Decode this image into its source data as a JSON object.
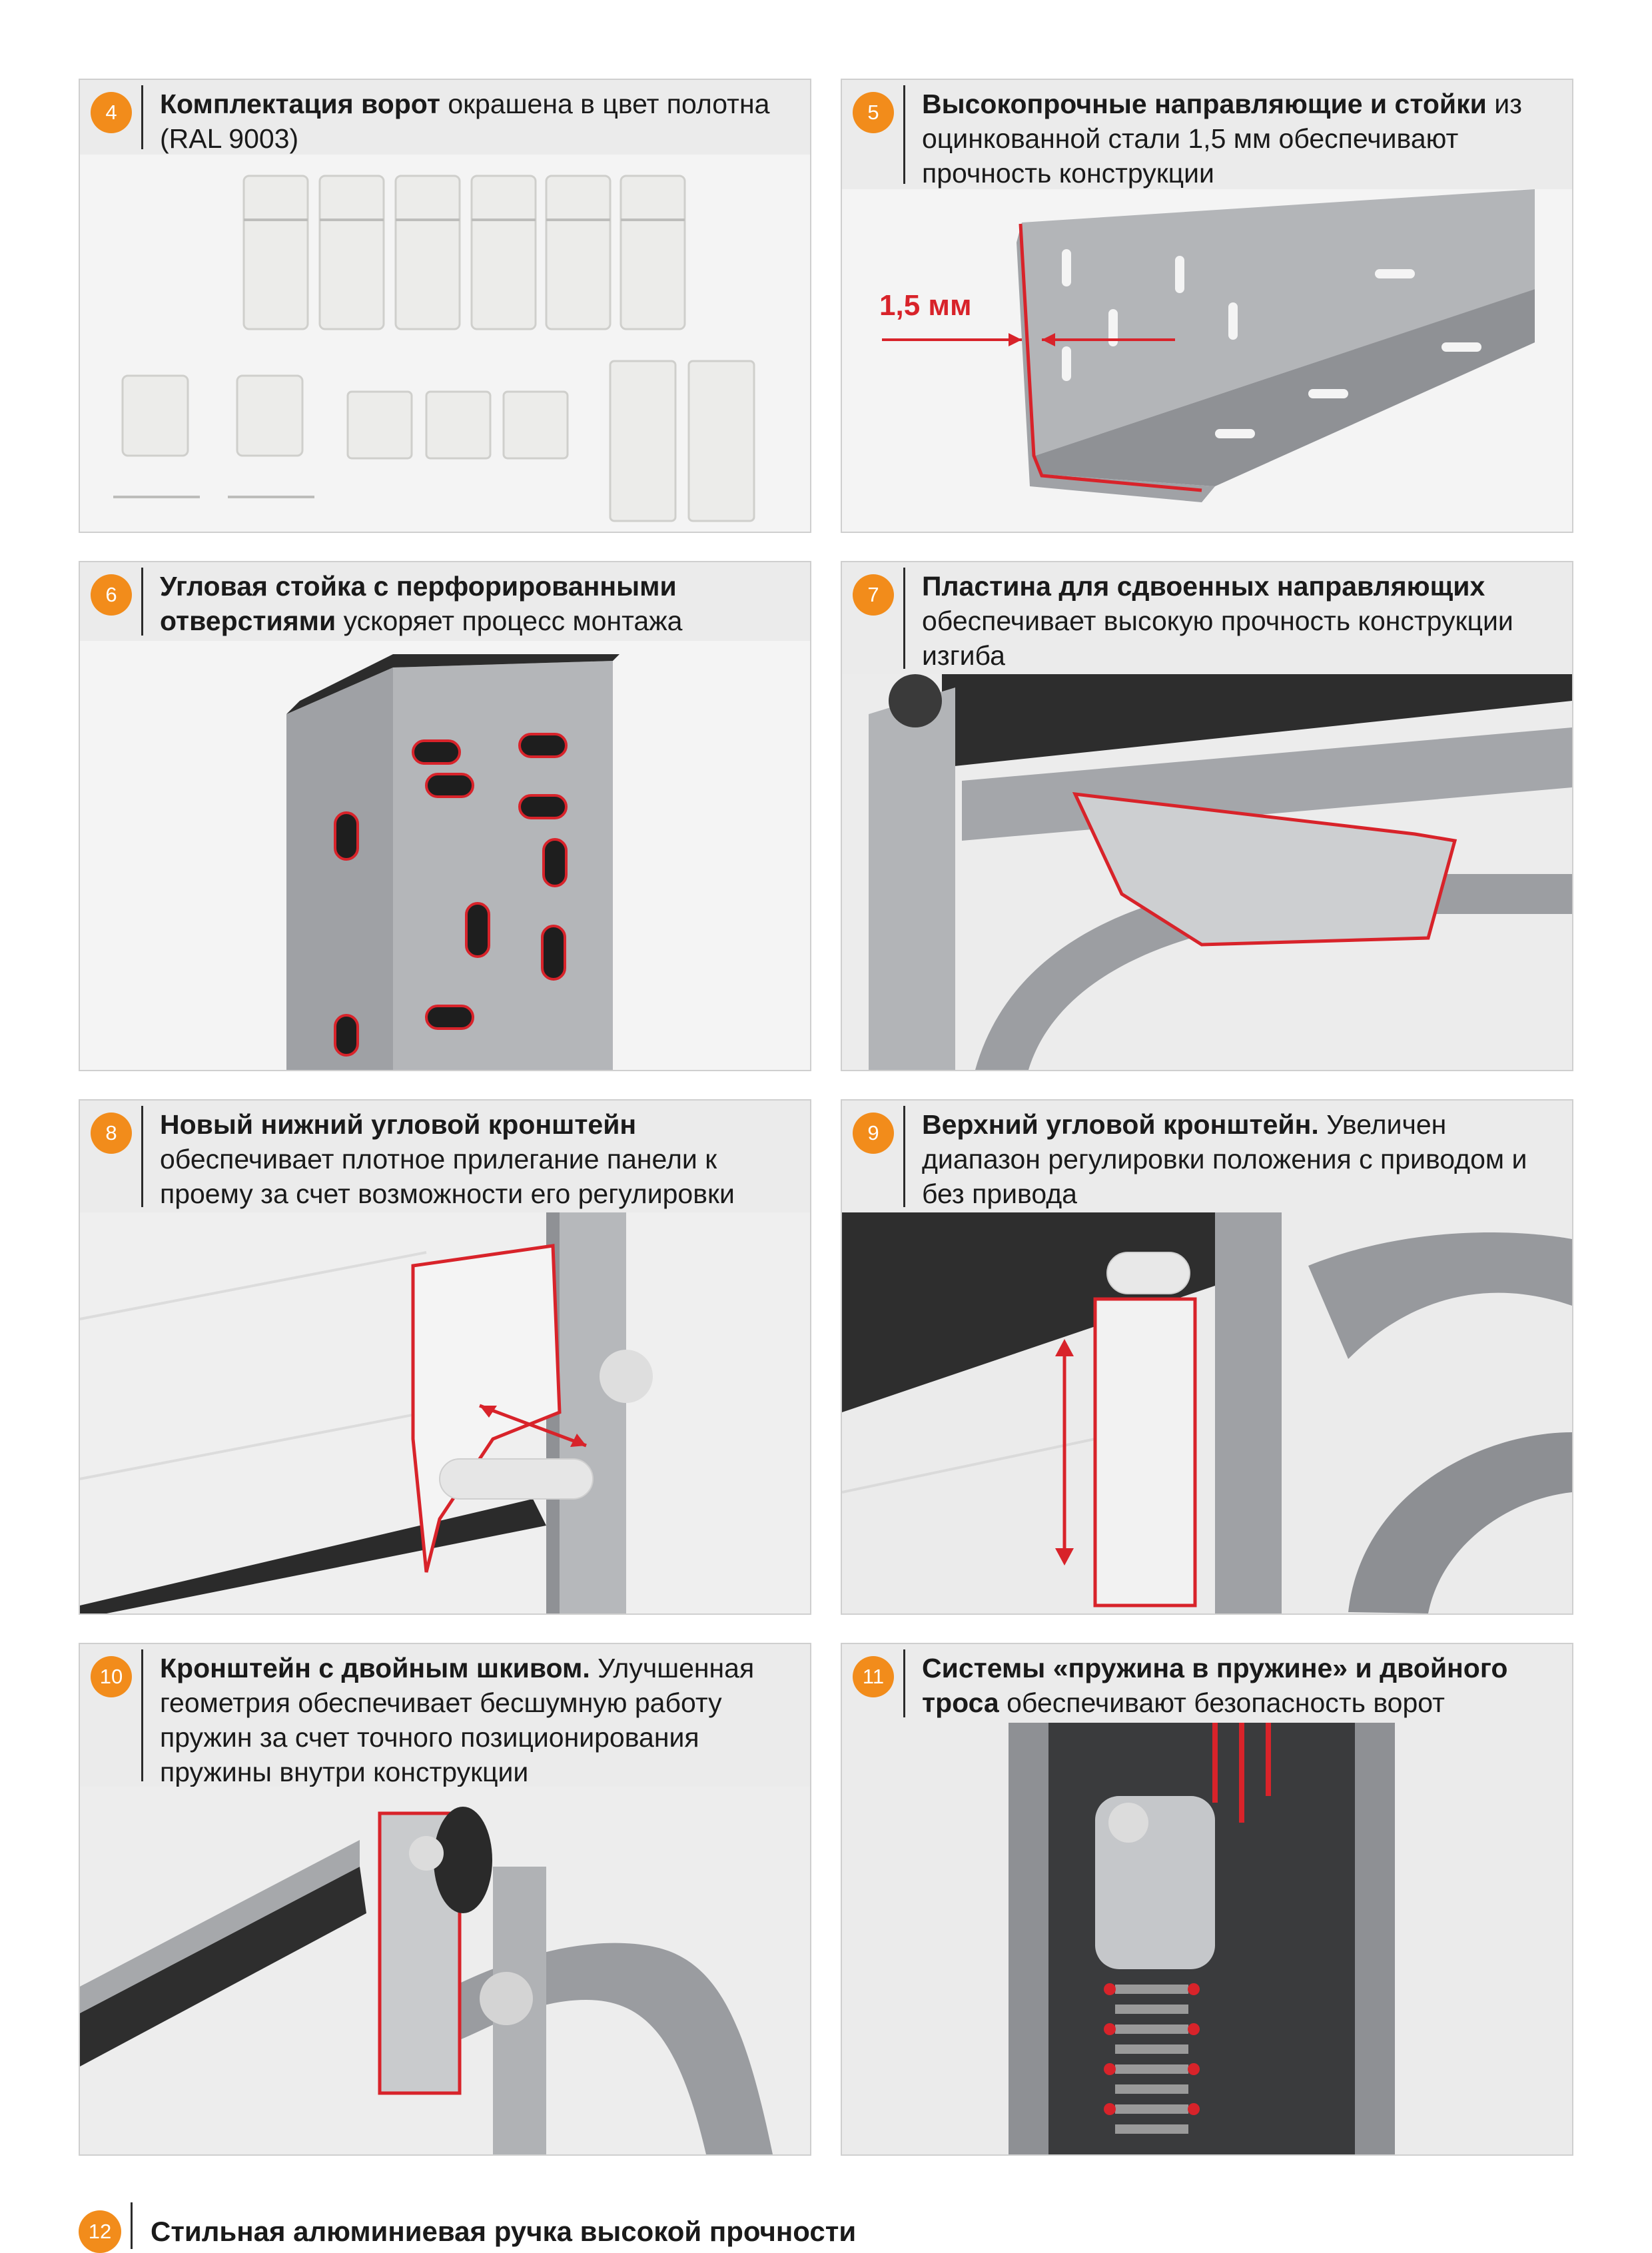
{
  "cards": [
    {
      "num": "4",
      "bold": "Комплектация ворот",
      "text": " окрашена в цвет полотна (RAL 9003)"
    },
    {
      "num": "5",
      "bold": "Высокопрочные направляющие и стойки",
      "text": " из оцинкованной стали 1,5 мм обеспечивают прочность конструкции",
      "label": "1,5 мм"
    },
    {
      "num": "6",
      "bold": "Угловая стойка с перфорированными отверстиями",
      "text": " ускоряет процесс монтажа"
    },
    {
      "num": "7",
      "bold": "Пластина для сдвоенных направляющих",
      "text": " обеспечивает высокую прочность конструкции изгиба"
    },
    {
      "num": "8",
      "bold": "Новый нижний угловой кронштейн",
      "text": " обеспечивает плотное прилегание панели к проему за счет возможности его регулировки"
    },
    {
      "num": "9",
      "bold": "Верхний угловой кронштейн.",
      "text": " Увеличен диапазон регулировки положения с приводом и без привода"
    },
    {
      "num": "10",
      "bold": "Кронштейн с двойным шкивом.",
      "text": " Улучшенная геометрия обеспечивает бесшумную работу пружин за счет точного позиционирования пружины внутри конструкции"
    },
    {
      "num": "11",
      "bold": "Системы «пружина в пружине» и двойного троса",
      "text": " обеспечивают безопасность ворот"
    }
  ],
  "footer": {
    "num": "12",
    "title": "Стильная алюминиевая ручка высокой прочности"
  },
  "colors": {
    "accent": "#f28c1b",
    "highlight": "#d8232a",
    "header_bg": "#ebebeb",
    "steel": "#a9abae"
  }
}
